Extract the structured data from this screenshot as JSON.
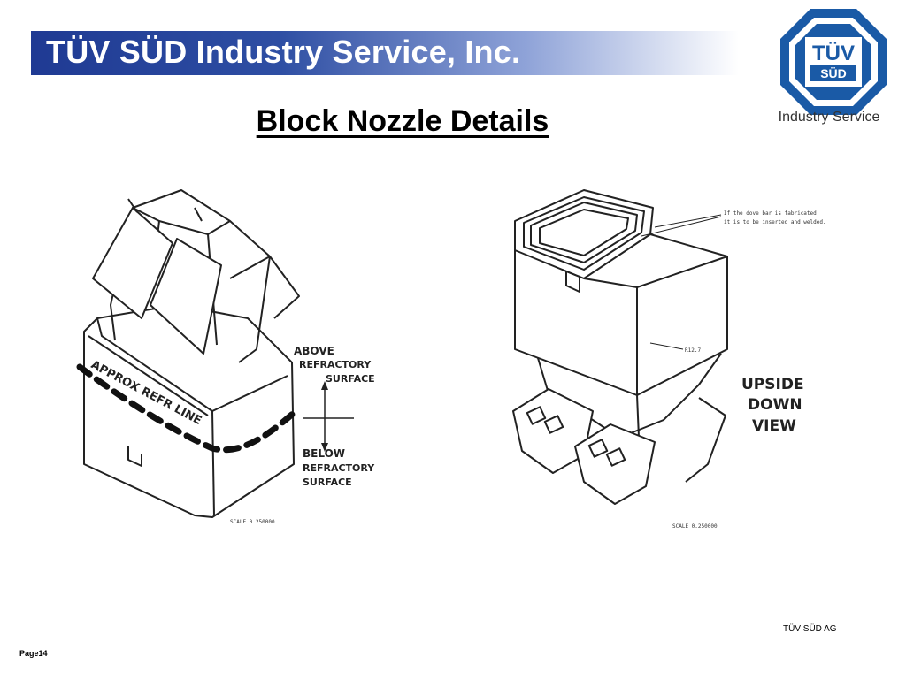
{
  "header": {
    "company_title": "TÜV SÜD Industry Service, Inc.",
    "logo_mark": "TÜV",
    "logo_sub": "SÜD",
    "logo_caption": "Industry Service"
  },
  "slide": {
    "title": "Block Nozzle Details"
  },
  "left_drawing": {
    "annotation_refr_line": "APPROX REFR LINE",
    "annotation_above": [
      "ABOVE",
      "REFRACTORY",
      "SURFACE"
    ],
    "annotation_below": [
      "BELOW",
      "REFRACTORY",
      "SURFACE"
    ],
    "scale_label": "SCALE 0.250000"
  },
  "right_drawing": {
    "callout_note": [
      "If the dove bar is fabricated,",
      "it is to be inserted and welded."
    ],
    "dimension_label": "R12.7",
    "annotation_view": [
      "UPSIDE",
      "DOWN",
      "VIEW"
    ],
    "scale_label": "SCALE 0.250000"
  },
  "footer": {
    "org": "TÜV SÜD AG",
    "page": "Page14"
  }
}
